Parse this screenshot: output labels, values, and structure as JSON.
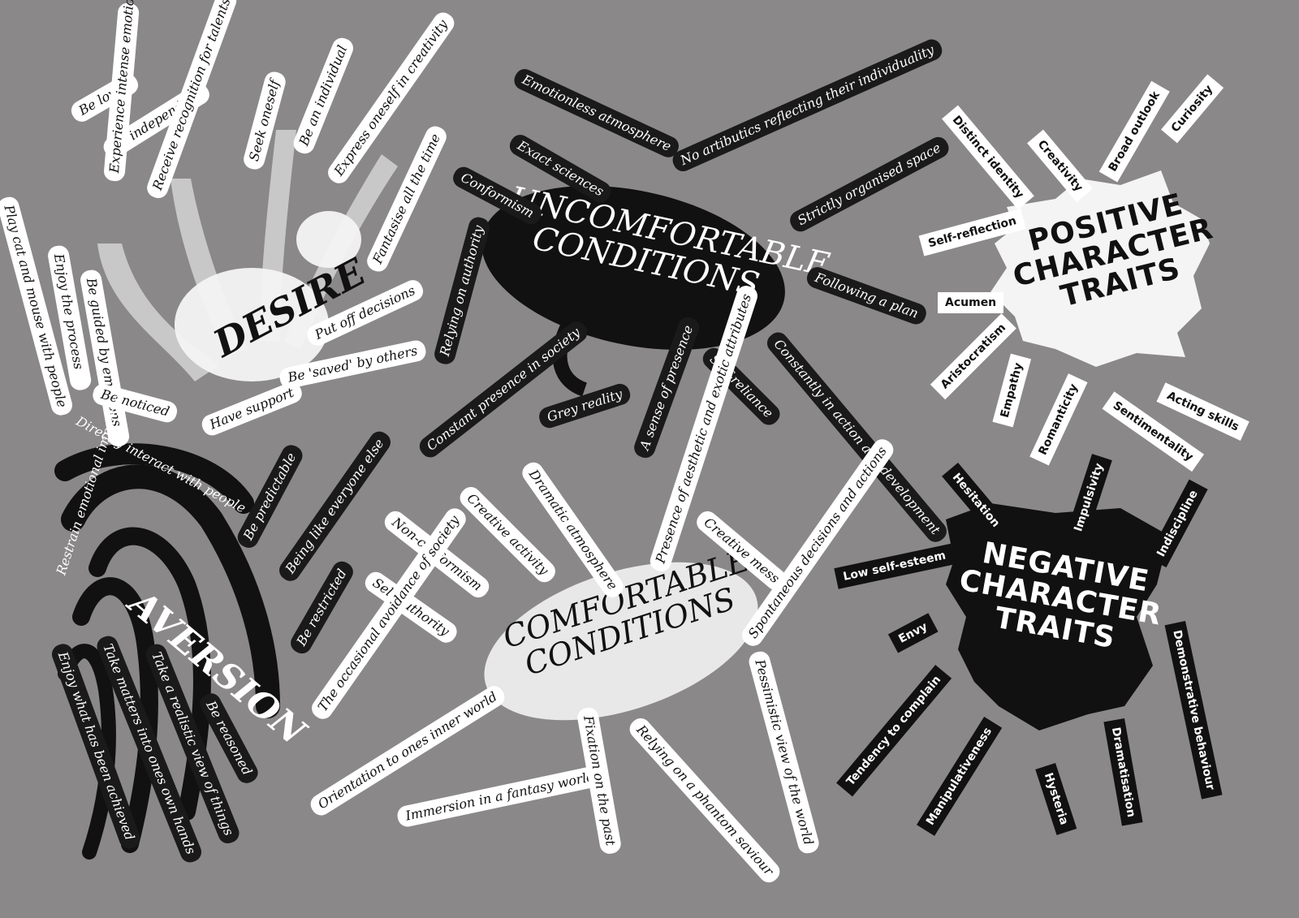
{
  "desire": {
    "title": "DESIRE",
    "items": [
      "Be loved",
      "Be independent",
      "Enjoy the process",
      "Be guided by emotions",
      "Experience intense emotions",
      "Receive recognition for talents",
      "Seek oneself",
      "Be an individual",
      "Express oneself in creativity",
      "Fantasise all the time",
      "Put off decisions",
      "Be 'saved' by others",
      "Have support",
      "Be noticed",
      "Play cat and mouse with people"
    ]
  },
  "uncomfortable": {
    "title_line1": "UNCOMFORTABLE",
    "title_line2": "CONDITIONS",
    "items": [
      "Emotionless atmosphere",
      "Exact sciences",
      "Conformism",
      "No artibutics reflecting their individuality",
      "Strictly organised space",
      "Following a plan",
      "Constantly in action and development",
      "Self-reliance",
      "A sense of presence",
      "Grey reality",
      "Constant presence in society",
      "Relying on authority"
    ]
  },
  "positive": {
    "title_line1": "POSITIVE",
    "title_line2": "CHARACTER",
    "title_line3": "TRAITS",
    "items": [
      "Distinct identity",
      "Creativity",
      "Broad outlook",
      "Curiosity",
      "Self-reflection",
      "Acumen",
      "Aristocratism",
      "Empathy",
      "Romanticity",
      "Sentimentality",
      "Acting skills"
    ]
  },
  "aversion": {
    "title": "AVERSION",
    "items": [
      "Directly interact with people",
      "Restrain emotional impulses",
      "Be predictable",
      "Being like everyone else",
      "Be restricted",
      "Be reasoned",
      "Take a realistic view of things",
      "Take matters into ones own hands",
      "Enjoy what has been achieved"
    ]
  },
  "comfortable": {
    "title_line1": "COMFORTABLE",
    "title_line2": "CONDITIONS",
    "items": [
      "Dramatic atmosphere",
      "Creative activity",
      "Non-conformism",
      "Self-authority",
      "The occasional avoidance of society",
      "Orientation to ones inner world",
      "Immersion in a fantasy world",
      "Fixation on the past",
      "Relying on a phantom saviour",
      "Pessimistic view of the world",
      "Spontaneous decisions and actions",
      "Creative mess",
      "Presence of aesthetic and exotic attributes"
    ]
  },
  "negative": {
    "title_line1": "NEGATIVE",
    "title_line2": "CHARACTER",
    "title_line3": "TRAITS",
    "items": [
      "Hesitation",
      "Impulsivity",
      "Indiscipline",
      "Low self-esteem",
      "Envy",
      "Tendency to complain",
      "Manipulativeness",
      "Hysteria",
      "Dramatisation",
      "Demonstrative behaviour"
    ]
  }
}
